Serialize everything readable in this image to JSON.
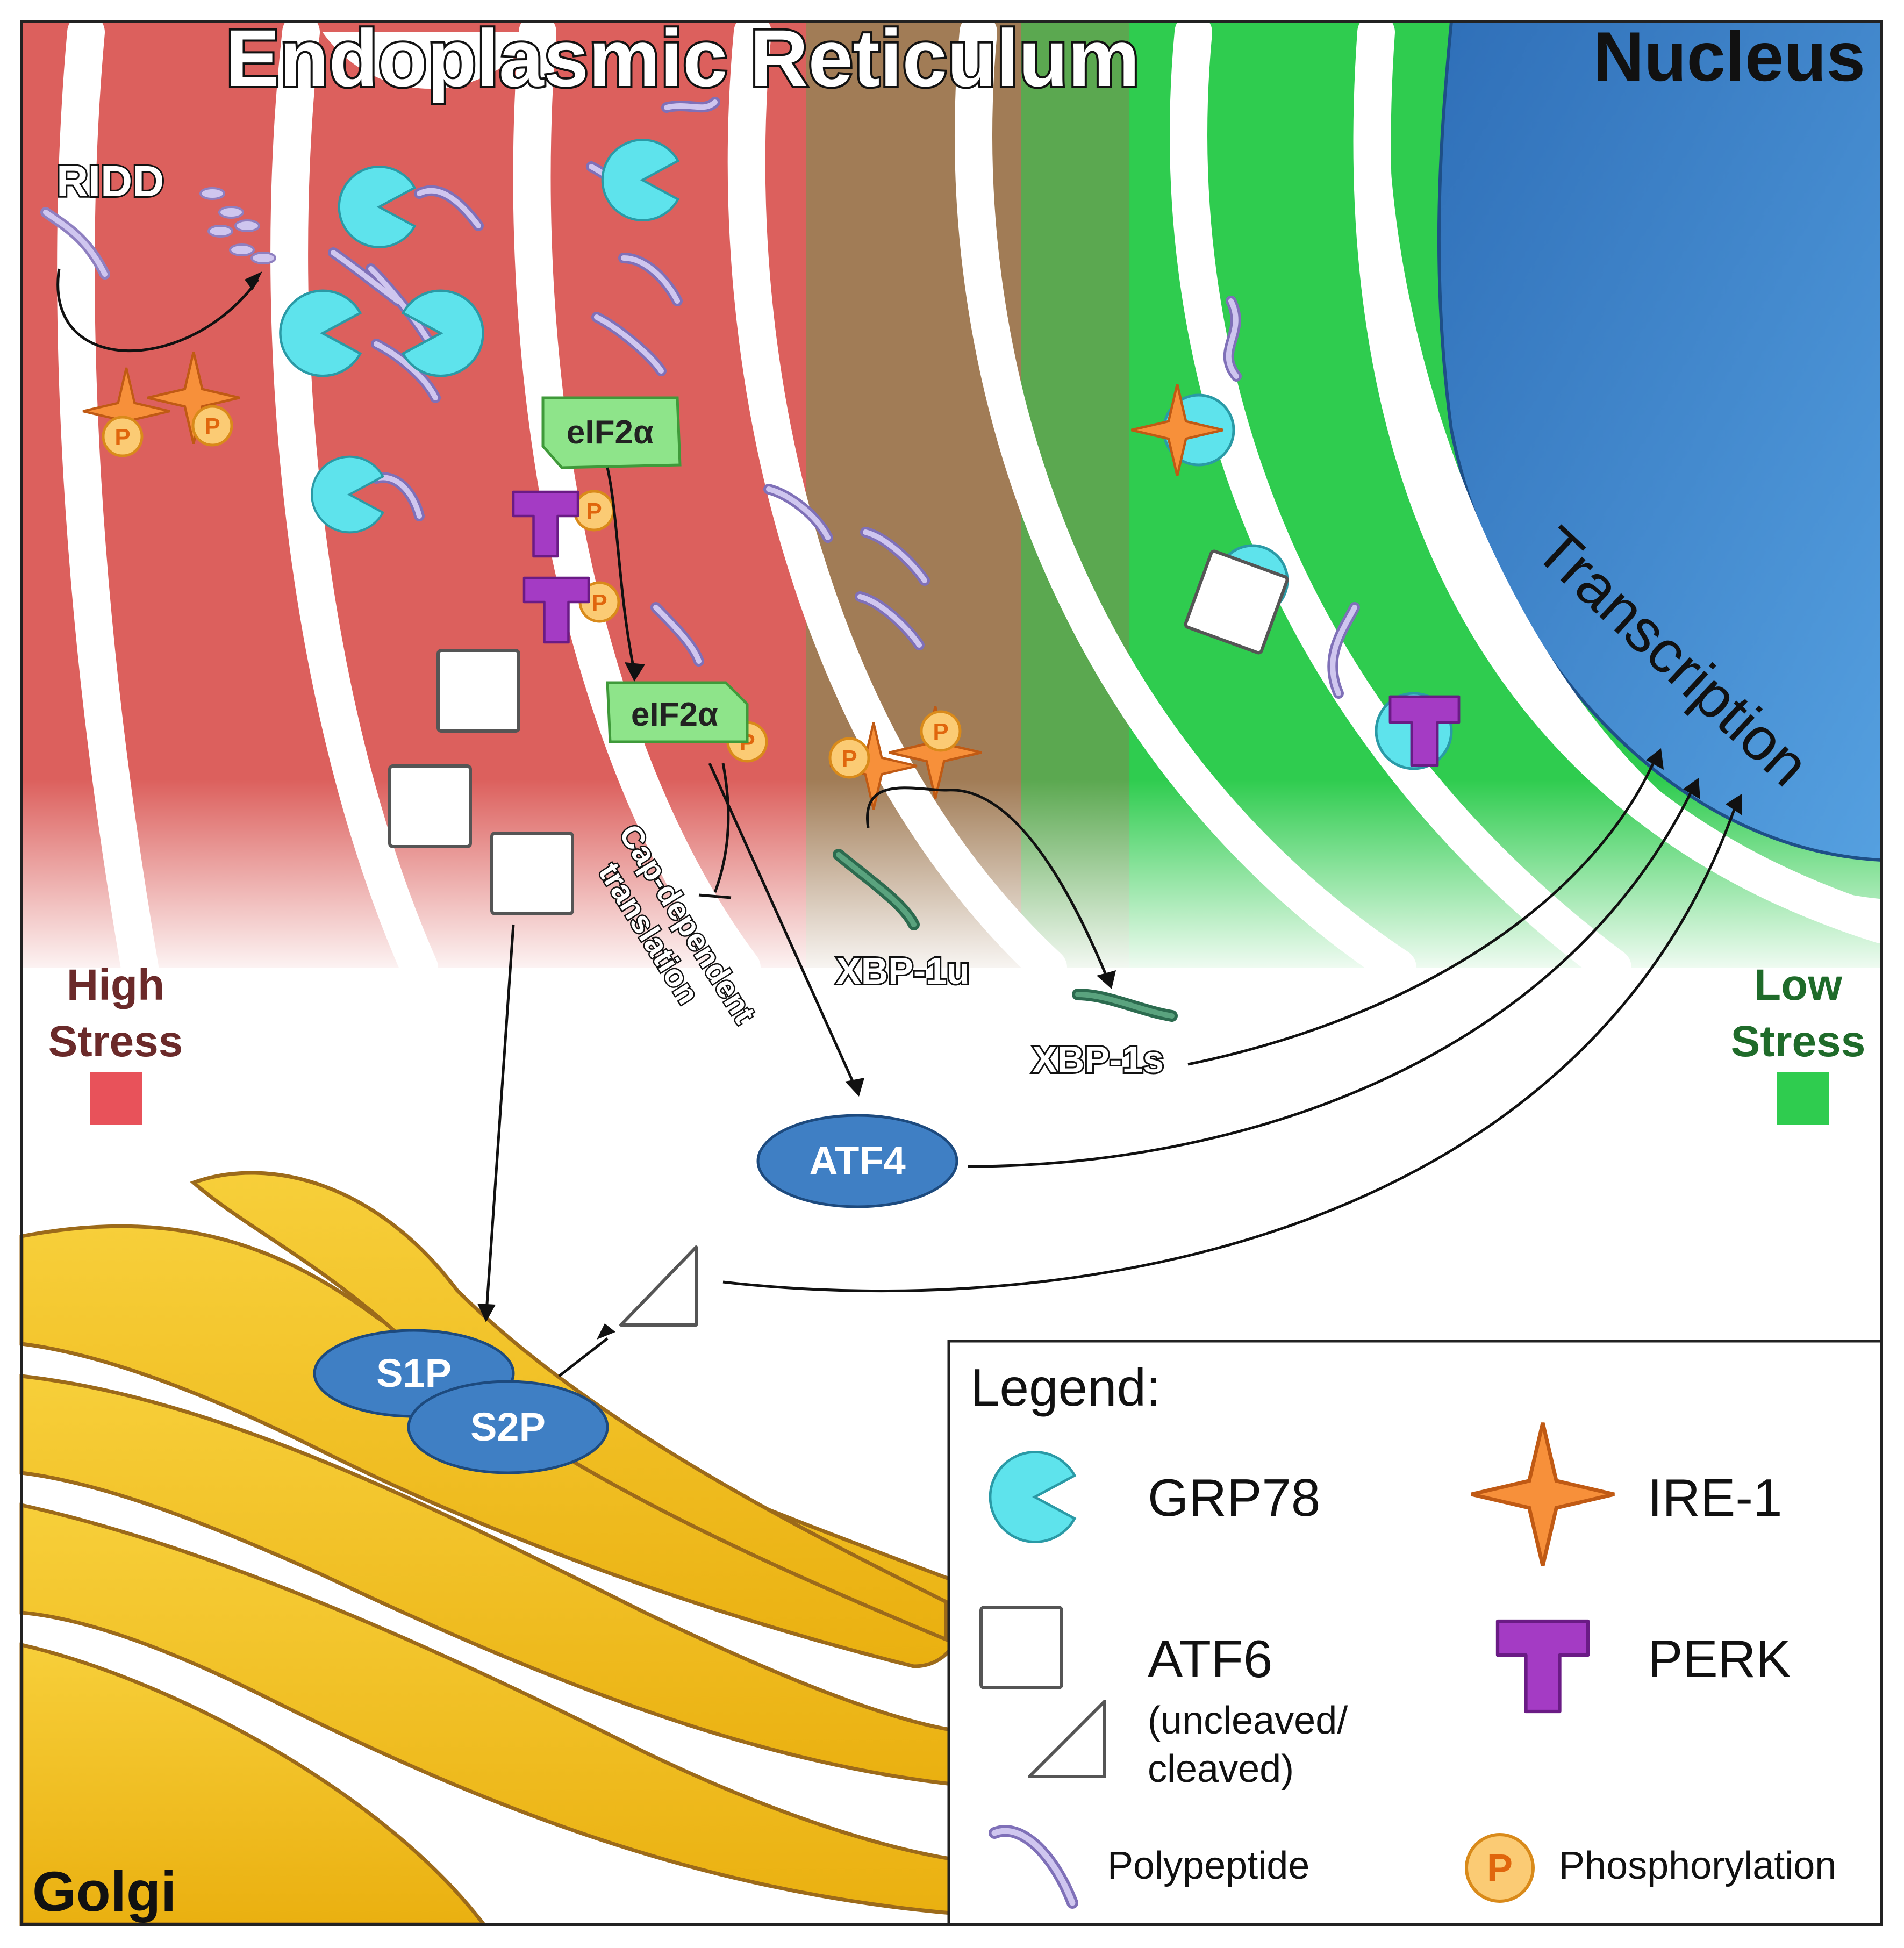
{
  "title": "Endoplasmic Reticulum",
  "labels": {
    "nucleus": "Nucleus",
    "golgi": "Golgi",
    "ridd": "RIDD",
    "transcription": "Transcription",
    "high_stress_line1": "High",
    "high_stress_line2": "Stress",
    "low_stress_line1": "Low",
    "low_stress_line2": "Stress",
    "eif2a_top": "eIF2α",
    "eif2a_bottom": "eIF2α",
    "cap_dependent_line1": "Cap-dependent",
    "cap_dependent_line2": "translation",
    "xbp1u": "XBP-1u",
    "xbp1s": "XBP-1s",
    "atf4": "ATF4",
    "s1p": "S1P",
    "s2p": "S2P",
    "phospho_symbol": "P"
  },
  "legend": {
    "title": "Legend:",
    "items": {
      "grp78": "GRP78",
      "ire1": "IRE-1",
      "atf6": "ATF6",
      "atf6_sub1": "(uncleaved/",
      "atf6_sub2": "cleaved)",
      "perk": "PERK",
      "polypeptide": "Polypeptide",
      "phosphorylation": "Phosphorylation"
    }
  },
  "colors": {
    "er_high_stress": "#e8525a",
    "er_mid": "#c95a4e",
    "er_low_stress": "#2fcc4f",
    "nucleus": "#3d82c9",
    "golgi": "#f4bd1c",
    "grp78": "#5ee3ec",
    "ire1": "#f7903a",
    "perk": "#a43bc4",
    "eif2a": "#8ee48a",
    "atf4": "#3f7fc4",
    "phospho": "#fbcb74",
    "high_stress_text": "#6b2a2a",
    "low_stress_text": "#1f6b2a"
  }
}
